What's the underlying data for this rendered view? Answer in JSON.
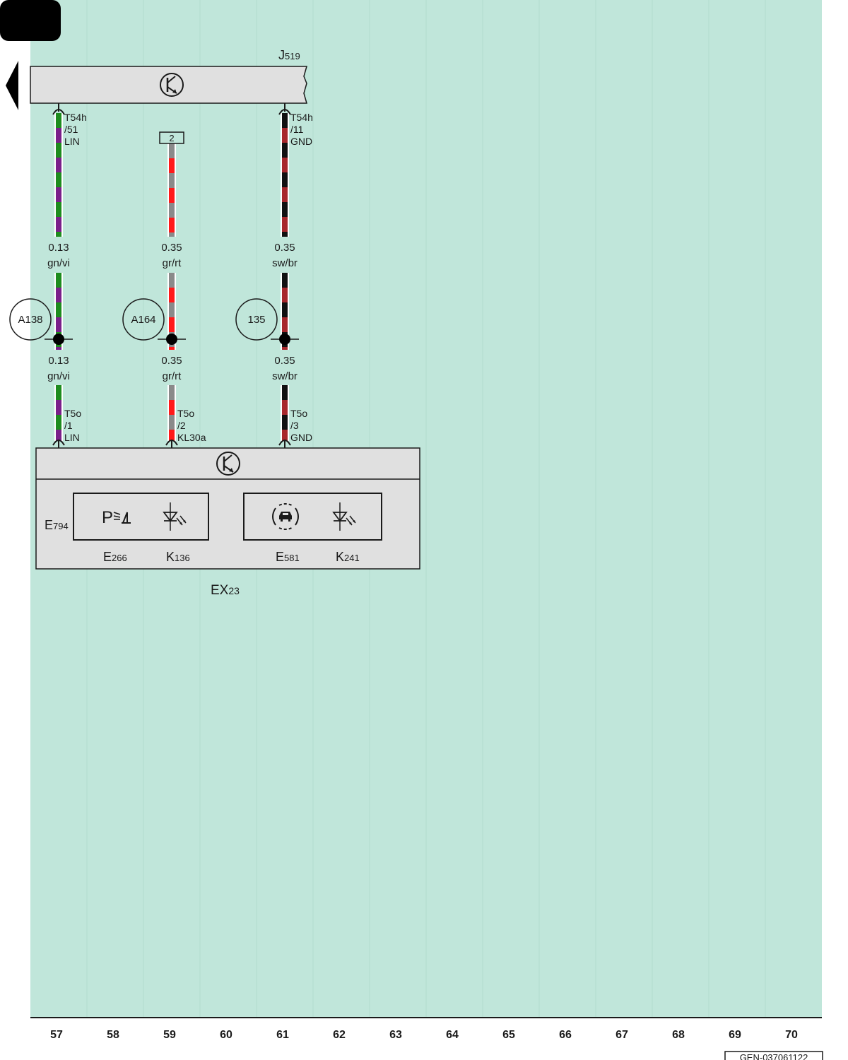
{
  "colors": {
    "background": "#c0e6da",
    "gridline": "#b2dccf",
    "module_fill": "#e0e0e0",
    "stroke": "#1a1a1a",
    "green": "#1e8c1e",
    "violet": "#7a1f8a",
    "grey": "#8a8a8a",
    "red": "#ff1a1a",
    "black": "#111111",
    "brown": "#a8282c"
  },
  "nav": {
    "back_icon": "triangle-left-icon"
  },
  "control_unit_top": {
    "label_main": "J",
    "label_sub": "519",
    "symbol": "transistor-icon"
  },
  "control_unit_bottom": {
    "symbol": "transistor-icon"
  },
  "wires": [
    {
      "top_pin": [
        "T54h",
        "/51",
        "LIN"
      ],
      "upper_spec": {
        "size": "0.13",
        "color_code": "gn/vi"
      },
      "connector": "A138",
      "lower_spec": {
        "size": "0.13",
        "color_code": "gn/vi"
      },
      "bottom_pin": [
        "T5o",
        "/1",
        "LIN"
      ],
      "colors": [
        "green",
        "violet"
      ]
    },
    {
      "fuse": "2",
      "upper_spec": {
        "size": "0.35",
        "color_code": "gr/rt"
      },
      "connector": "A164",
      "lower_spec": {
        "size": "0.35",
        "color_code": "gr/rt"
      },
      "bottom_pin": [
        "T5o",
        "/2",
        "KL30a"
      ],
      "colors": [
        "grey",
        "red"
      ]
    },
    {
      "top_pin": [
        "T54h",
        "/11",
        "GND"
      ],
      "upper_spec": {
        "size": "0.35",
        "color_code": "sw/br"
      },
      "connector": "135",
      "lower_spec": {
        "size": "0.35",
        "color_code": "sw/br"
      },
      "bottom_pin": [
        "T5o",
        "/3",
        "GND"
      ],
      "colors": [
        "black",
        "brown"
      ]
    }
  ],
  "switch_module": {
    "main": "E",
    "sub": "794",
    "assembly_main": "EX",
    "assembly_sub": "23",
    "groups": [
      {
        "items": [
          {
            "symbol": "parking-light-icon",
            "main": "E",
            "sub": "266"
          },
          {
            "symbol": "led-indicator-icon",
            "main": "K",
            "sub": "136"
          }
        ]
      },
      {
        "items": [
          {
            "symbol": "car-sensor-icon",
            "main": "E",
            "sub": "581"
          },
          {
            "symbol": "led-indicator-icon",
            "main": "K",
            "sub": "241"
          }
        ]
      }
    ]
  },
  "tracks": [
    "57",
    "58",
    "59",
    "60",
    "61",
    "62",
    "63",
    "64",
    "65",
    "66",
    "67",
    "68",
    "69",
    "70"
  ],
  "footer": {
    "code": "GEN-037061122"
  }
}
